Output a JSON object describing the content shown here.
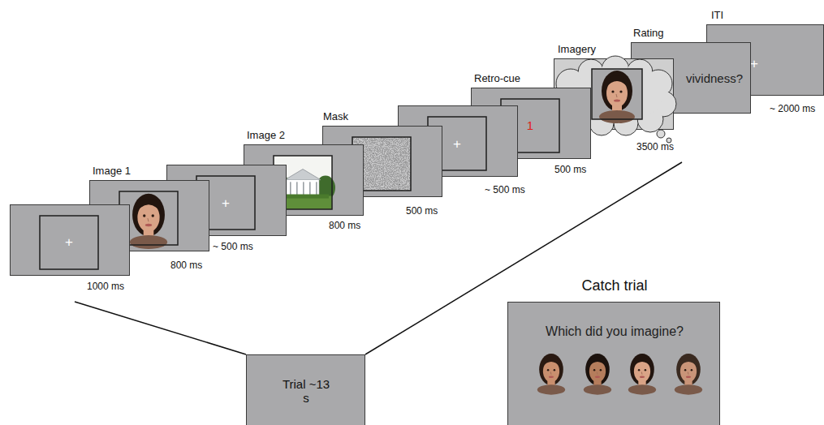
{
  "diagram": {
    "nodes": [
      {
        "text": [
          "+"
        ]
      },
      {
        "text": [
          "Image 1"
        ]
      },
      {
        "text": [
          "+"
        ]
      },
      {
        "text": [
          "Image 2"
        ]
      },
      {
        "text": [
          "Mask"
        ]
      },
      {
        "text": [
          "+"
        ]
      },
      {
        "text": [
          "Retro-cue",
          "1"
        ]
      },
      {
        "text": [
          "Imagery"
        ]
      },
      {
        "text": [
          "Rating",
          "vividness?"
        ]
      },
      {
        "text": [
          "ITI",
          "+"
        ]
      },
      {
        "text": [
          "Trial ~13 s"
        ]
      },
      {
        "text": [
          "Catch trial",
          "Which did you imagine?"
        ]
      }
    ],
    "labels": [
      "1000 ms",
      "800 ms",
      "~ 500 ms",
      "800 ms",
      "500 ms",
      "~ 500 ms",
      "500 ms",
      "3500 ms",
      "~ 2000 ms"
    ]
  }
}
